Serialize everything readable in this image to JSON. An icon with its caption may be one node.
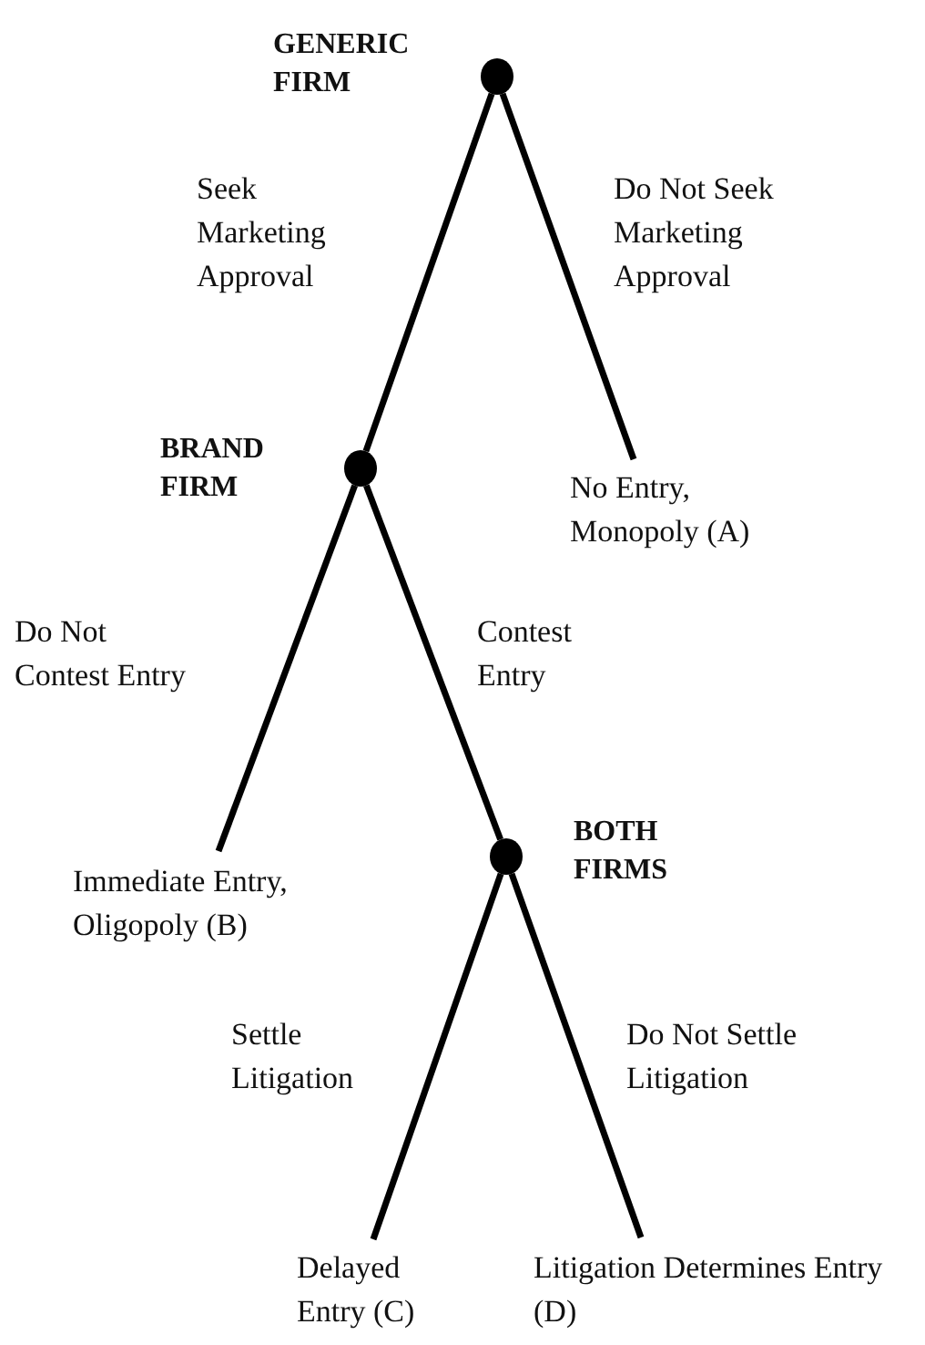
{
  "diagram": {
    "nodes": [
      {
        "text": [],
        "shape": "circle",
        "beside": [
          "GENERIC FIRM"
        ]
      },
      {
        "text": [],
        "shape": "circle",
        "beside": [
          "BRAND FIRM"
        ]
      },
      {
        "text": [
          "No Entry, Monopoly (A)"
        ]
      },
      {
        "text": [
          "Immediate Entry, Oligopoly (B)"
        ]
      },
      {
        "text": [],
        "shape": "circle",
        "beside": [
          "BOTH FIRMS"
        ]
      },
      {
        "text": [
          "Delayed Entry (C)"
        ]
      },
      {
        "text": [
          "Litigation Determines Entry (D)"
        ]
      }
    ],
    "edges": [
      {
        "from": 0,
        "to": 1,
        "arrow": "none",
        "label": "Seek Marketing Approval"
      },
      {
        "from": 0,
        "to": 2,
        "arrow": "none",
        "label": "Do Not Seek Marketing Approval"
      },
      {
        "from": 1,
        "to": 3,
        "arrow": "none",
        "label": "Do Not Contest Entry"
      },
      {
        "from": 1,
        "to": 4,
        "arrow": "none",
        "label": "Contest Entry"
      },
      {
        "from": 4,
        "to": 5,
        "arrow": "none",
        "label": "Settle Litigation"
      },
      {
        "from": 4,
        "to": 6,
        "arrow": "none",
        "label": "Do Not Settle Litigation"
      }
    ]
  }
}
